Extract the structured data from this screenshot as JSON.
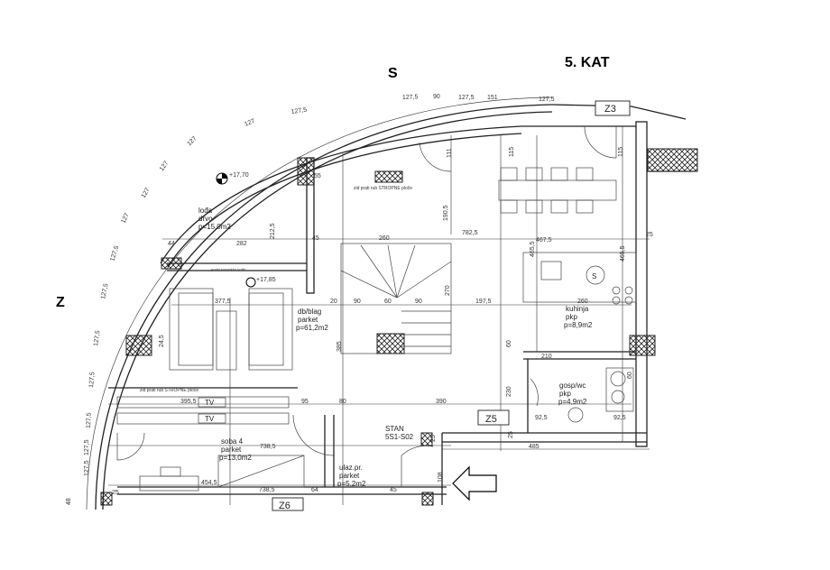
{
  "floor_label": "5. KAT",
  "orientation": {
    "north_side": "S",
    "west_side": "Z"
  },
  "zones": {
    "z3": "Z3",
    "z5": "Z5",
    "z6": "Z6"
  },
  "rooms": {
    "loggia": {
      "name": "lođa",
      "floor": "drvo",
      "area": "p=15,0m2"
    },
    "living": {
      "name": "db/blag",
      "floor": "parket",
      "area": "p=61,2m2"
    },
    "kitchen": {
      "name": "kuhinja",
      "floor": "pkp",
      "area": "p=8,9m2"
    },
    "wc": {
      "name": "gosp/wc",
      "floor": "pkp",
      "area": "p=4,9m2"
    },
    "bedroom": {
      "name": "soba 4",
      "floor": "parket",
      "area": "p=13,0m2"
    },
    "entrance": {
      "name": "ulaz.pr.",
      "floor": "parket",
      "area": "p=5,2m2"
    }
  },
  "unit": {
    "label": "STAN",
    "code": "5S1-S02"
  },
  "notes": {
    "slab_edge_1": "zid prati rub STROPNE ploče",
    "slab_edge_2": "zid prati rub STROPNE ploče",
    "floor_drain": "podni konvektor kotlić"
  },
  "elevations": {
    "upper": "+17,70",
    "lower": "+17,85"
  },
  "tv": [
    "TV",
    "TV"
  ],
  "stove_label": "S",
  "dimensions": {
    "top_arc": [
      "127,5",
      "127,5",
      "90",
      "127,5",
      "151",
      "127,5"
    ],
    "left_arc": [
      "127",
      "127",
      "127",
      "127",
      "127",
      "127,5",
      "127,5",
      "127,5",
      "127,5",
      "127,5",
      "127,5",
      "127,5"
    ],
    "other": [
      "55",
      "44",
      "282",
      "45",
      "260",
      "782,5",
      "467,5",
      "377,5",
      "20",
      "90",
      "60",
      "90",
      "197,5",
      "260",
      "395,5",
      "95",
      "80",
      "390",
      "738,5",
      "454,5",
      "738,5",
      "64",
      "45",
      "485",
      "92,5",
      "92,5",
      "210",
      "190,5",
      "212,5",
      "270",
      "385",
      "465,5",
      "465,5",
      "230",
      "60",
      "60",
      "115",
      "115",
      "111",
      "25",
      "25",
      "25",
      "25",
      "48",
      "24,5",
      "108"
    ]
  }
}
